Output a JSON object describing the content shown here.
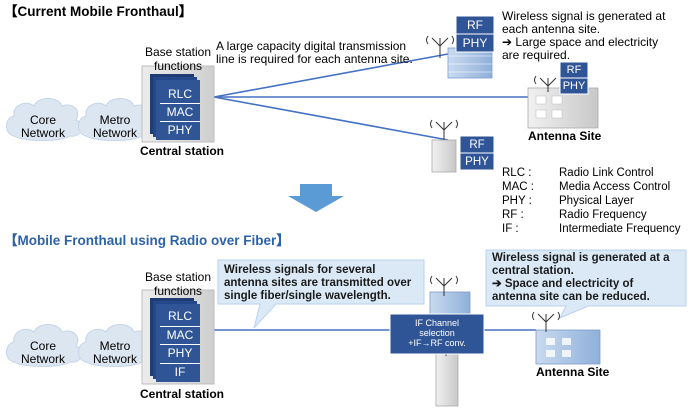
{
  "top": {
    "title": "【Current Mobile Fronthaul】",
    "core_network": [
      "Core",
      "Network"
    ],
    "metro_network": [
      "Metro",
      "Network"
    ],
    "base_station_functions": [
      "Base station",
      "functions"
    ],
    "stack": [
      "RLC",
      "MAC",
      "PHY"
    ],
    "central_station": "Central station",
    "transmission_note": [
      "A large capacity digital transmission",
      "line is required for each antenna site."
    ],
    "wireless_note": [
      "Wireless signal is generated at",
      "each antenna site.",
      "➔  Large space and electricity",
      "are required."
    ],
    "rf_phy": [
      "RF",
      "PHY"
    ],
    "antenna_site": "Antenna Site"
  },
  "abbreviations": [
    {
      "key": "RLC :",
      "value": "Radio Link Control"
    },
    {
      "key": "MAC :",
      "value": "Media Access Control"
    },
    {
      "key": "PHY :",
      "value": "Physical Layer"
    },
    {
      "key": "RF :",
      "value": "Radio Frequency"
    },
    {
      "key": "IF :",
      "value": "Intermediate Frequency"
    }
  ],
  "bottom": {
    "title": "【Mobile Fronthaul using Radio over Fiber】",
    "core_network": [
      "Core",
      "Network"
    ],
    "metro_network": [
      "Metro",
      "Network"
    ],
    "base_station_functions": [
      "Base station",
      "functions"
    ],
    "stack": [
      "RLC",
      "MAC",
      "PHY",
      "IF"
    ],
    "central_station": "Central station",
    "callout_left": [
      "Wireless signals for several",
      "antenna sites are transmitted over",
      "single fiber/single wavelength."
    ],
    "callout_right": [
      "Wireless signal is generated at a",
      "central station.",
      "➔  Space and electricity of",
      "antenna site can be reduced."
    ],
    "if_box": [
      "IF Channel",
      "selection",
      "+IF→RF conv."
    ],
    "antenna_site": "Antenna Site"
  },
  "colors": {
    "title_blue": "#2e62a8",
    "cloud": "#dce6f1",
    "stack_fill": "#2f5597",
    "line": "#4472c4",
    "arrow": "#5b9bd5",
    "callout": "#dbe9f7",
    "building_blue": "#a9c4e4",
    "building_gray": "#dcdcdc"
  },
  "icons": [
    "cloud-icon",
    "server-icon",
    "antenna-icon",
    "building-icon",
    "down-arrow-icon"
  ]
}
